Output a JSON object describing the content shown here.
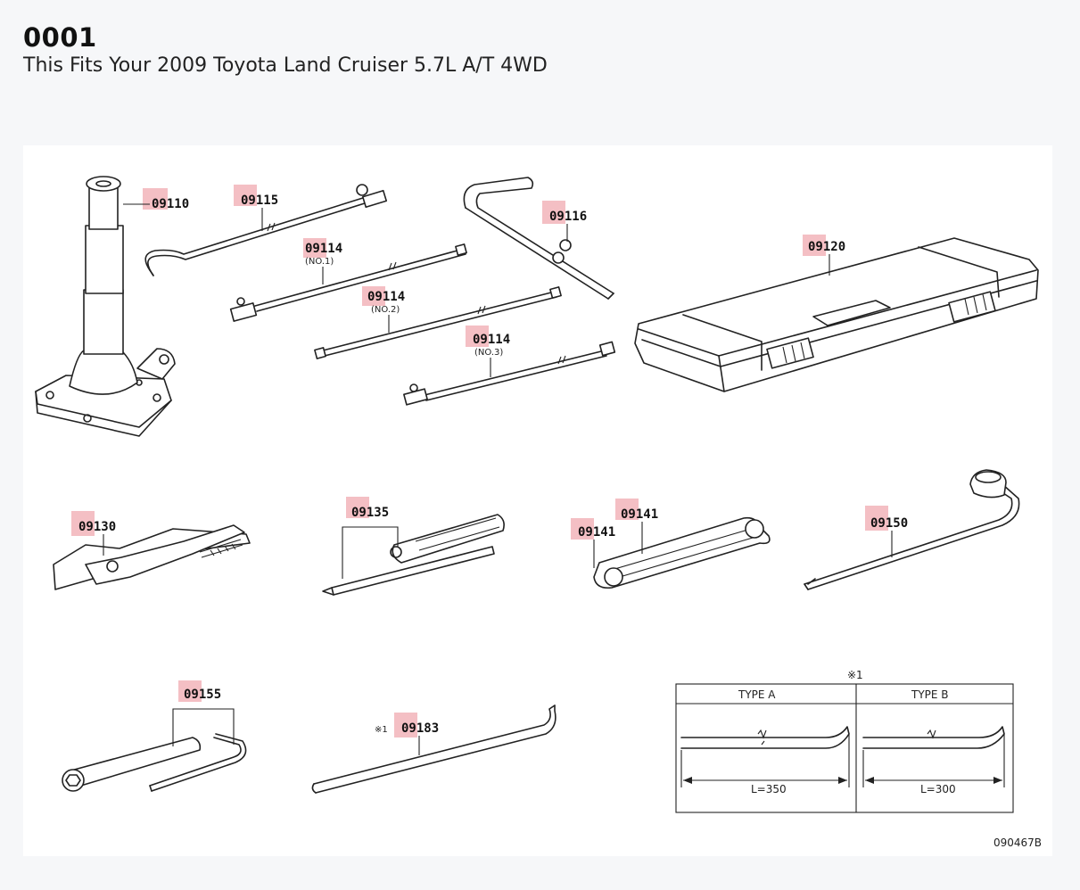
{
  "header": {
    "title": "0001",
    "subtitle": "This Fits Your 2009 Toyota Land Cruiser 5.7L A/T 4WD"
  },
  "diagram": {
    "highlight_color": "#f0aab0",
    "parts": {
      "p09110": "09110",
      "p09115": "09115",
      "p09114_1": "09114",
      "p09114_1_sub": "(NO.1)",
      "p09114_2": "09114",
      "p09114_2_sub": "(NO.2)",
      "p09114_3": "09114",
      "p09114_3_sub": "(NO.3)",
      "p09116": "09116",
      "p09120": "09120",
      "p09130": "09130",
      "p09135": "09135",
      "p09141_a": "09141",
      "p09141_b": "09141",
      "p09150": "09150",
      "p09155": "09155",
      "p09183": "09183",
      "p09183_note": "※1"
    },
    "type_table": {
      "note": "※1",
      "type_a": "TYPE A",
      "type_b": "TYPE B",
      "length_a": "L=350",
      "length_b": "L=300"
    },
    "figure_code": "090467B"
  }
}
